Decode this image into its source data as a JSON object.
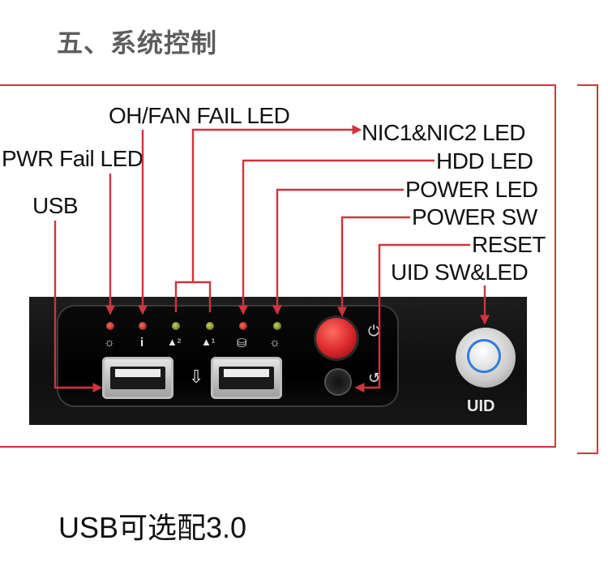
{
  "section": {
    "title": "五、系统控制"
  },
  "labels": {
    "oh_fan_fail_led": "OH/FAN FAIL LED",
    "pwr_fail_led": "PWR Fail LED",
    "usb": "USB",
    "nic_led": "NIC1&NIC2 LED",
    "hdd_led": "HDD LED",
    "power_led": "POWER LED",
    "power_sw": "POWER SW",
    "reset": "RESET",
    "uid_sw_led": "UID SW&LED"
  },
  "panel": {
    "uid_label": "UID",
    "icons": [
      "warning-sun-icon",
      "info-icon",
      "network-2-icon",
      "network-1-icon",
      "hdd-icon",
      "power-led-icon",
      "usb-symbol-icon",
      "power-symbol-icon"
    ]
  },
  "colors": {
    "callout": "#d0343c",
    "frame": "#d0343c",
    "uid_ring": "#2f7ddc",
    "power_button": "#d8252a"
  },
  "footer": {
    "note": "USB可选配3.0"
  }
}
